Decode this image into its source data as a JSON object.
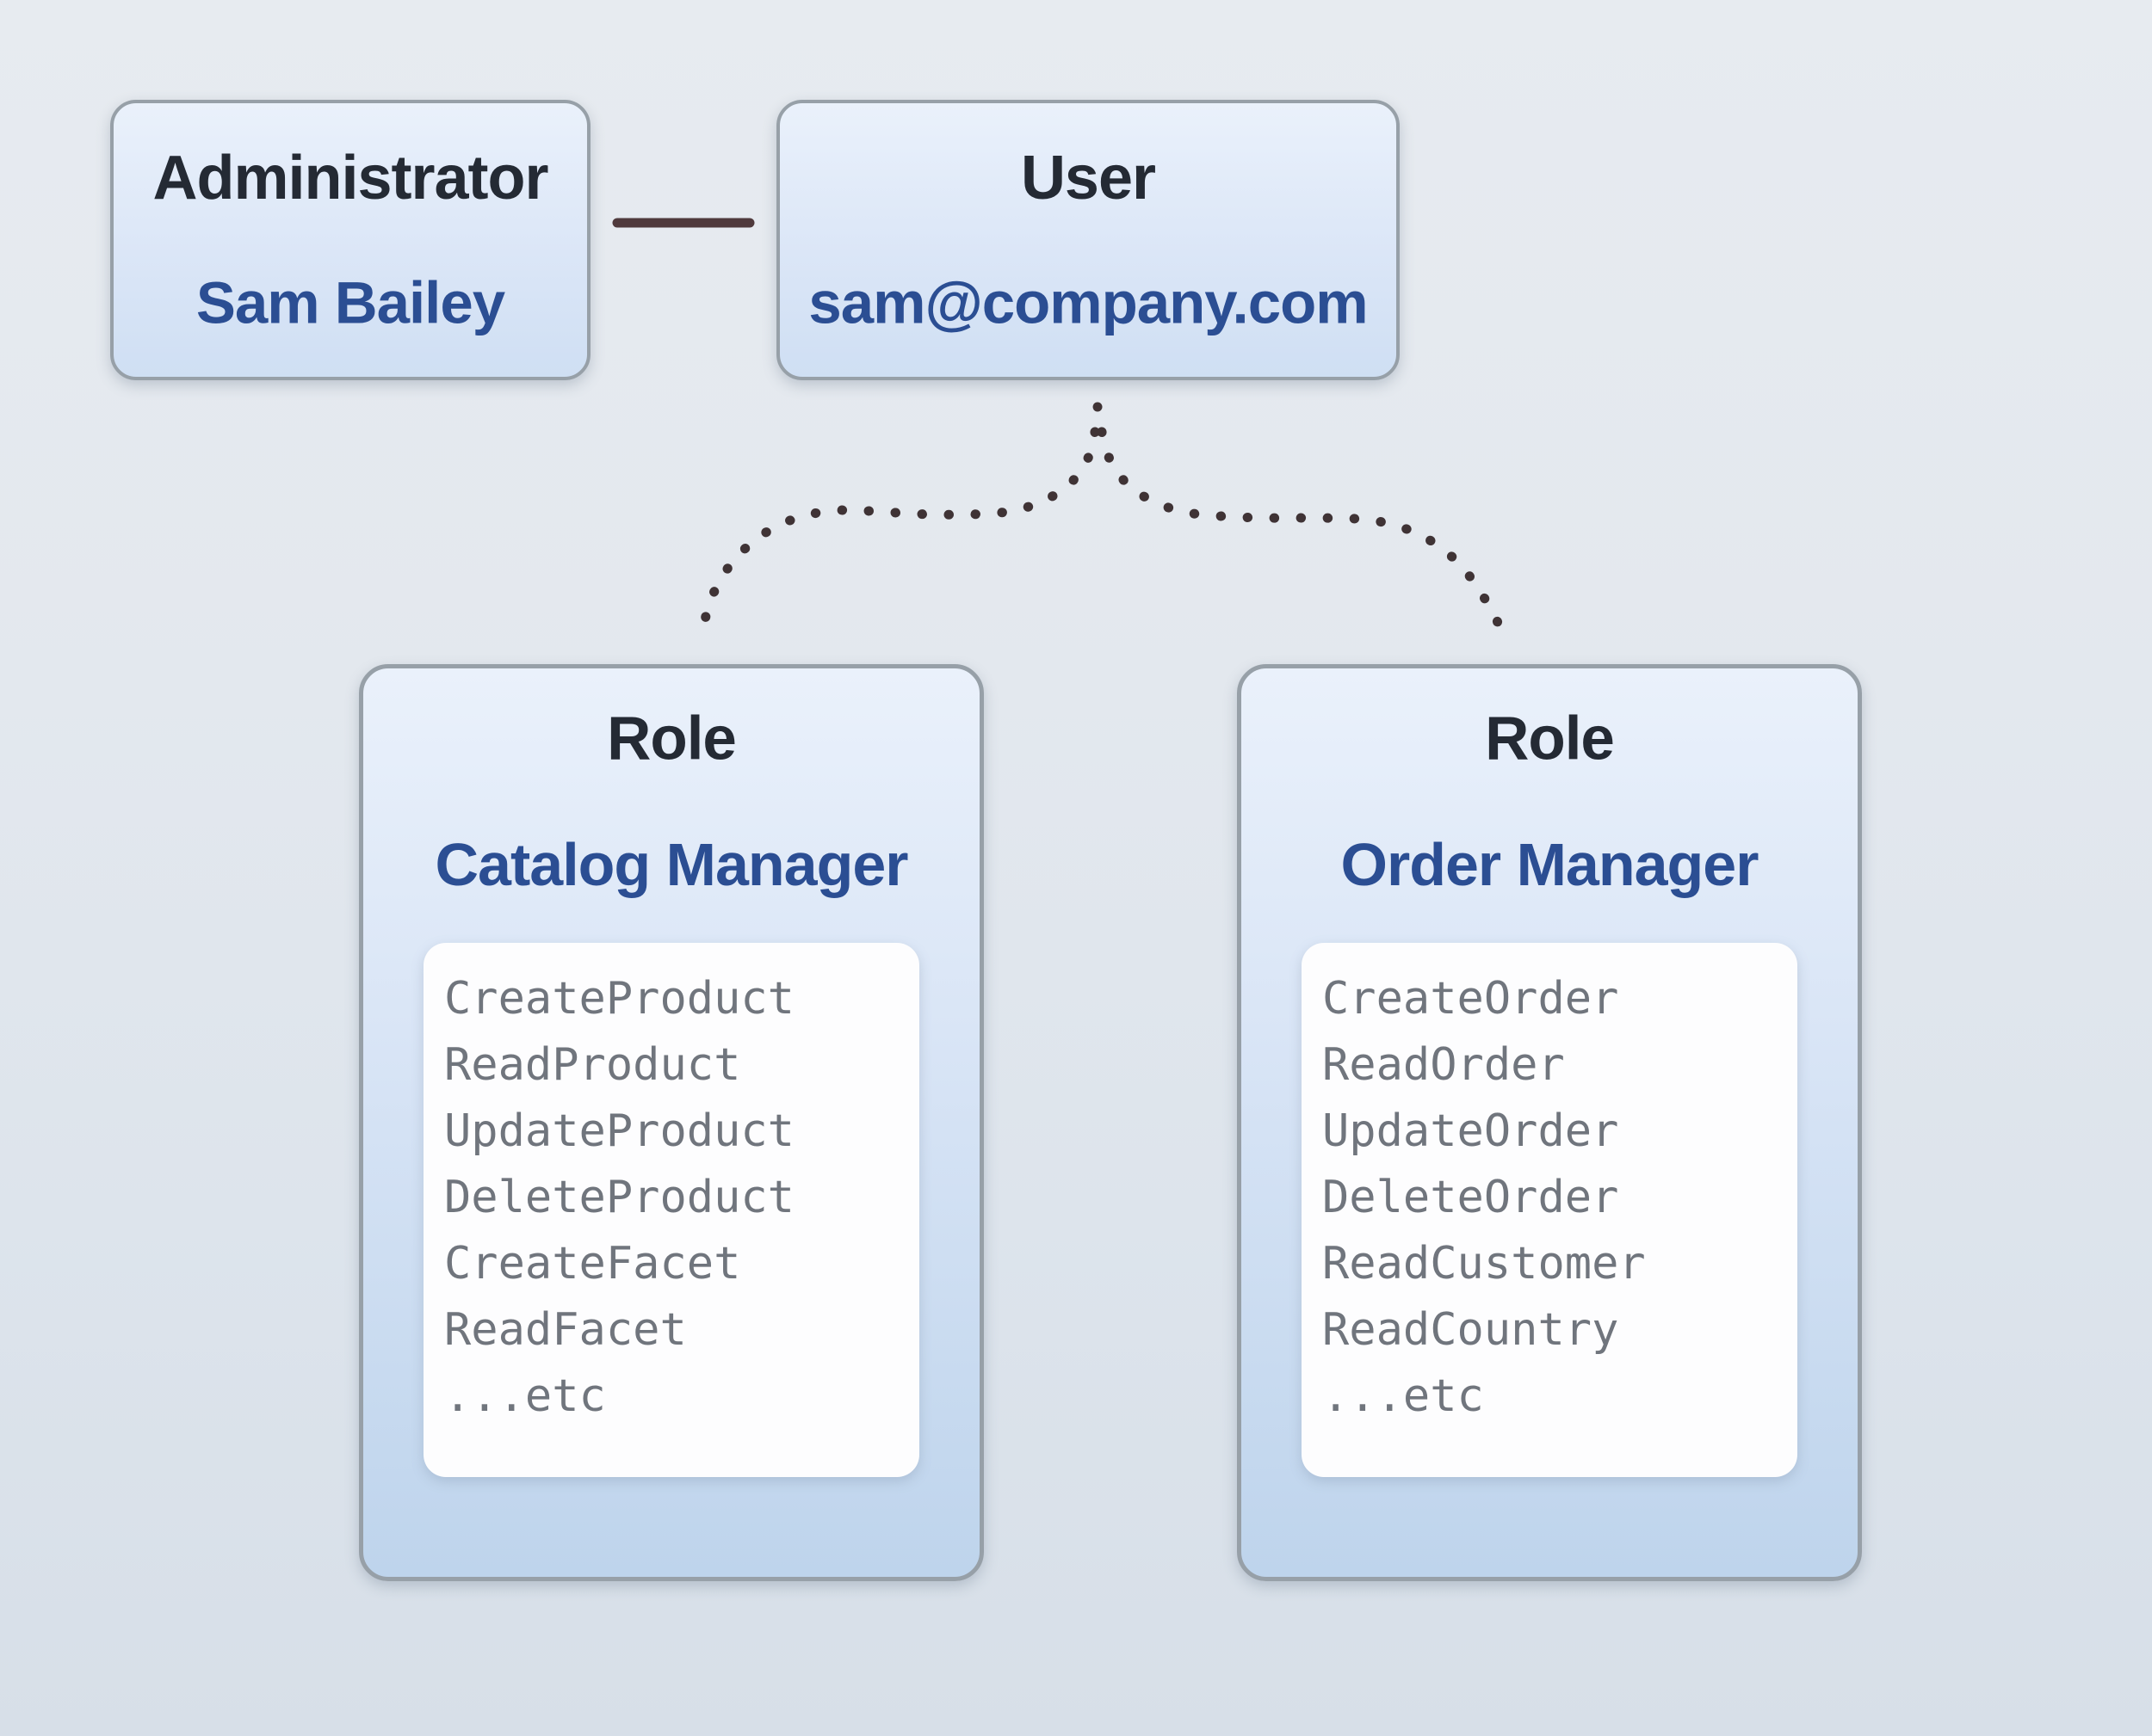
{
  "admin": {
    "title": "Administrator",
    "name": "Sam Bailey"
  },
  "user": {
    "title": "User",
    "email": "sam@company.com"
  },
  "roles": [
    {
      "label": "Role",
      "name": "Catalog Manager",
      "permissions": [
        "CreateProduct",
        "ReadProduct",
        "UpdateProduct",
        "DeleteProduct",
        "CreateFacet",
        "ReadFacet",
        "...etc"
      ]
    },
    {
      "label": "Role",
      "name": "Order Manager",
      "permissions": [
        "CreateOrder",
        "ReadOrder",
        "UpdateOrder",
        "DeleteOrder",
        "ReadCustomer",
        "ReadCountry",
        "...etc"
      ]
    }
  ],
  "colors": {
    "heading_text": "#242a34",
    "accent_blue_text": "#2b4e93",
    "permission_text": "#70757d",
    "box_border": "#97a0a8",
    "entity_gradient_top": "#eaf1fb",
    "entity_gradient_bottom": "#cfdff3",
    "role_gradient_bottom": "#bed4ec",
    "panel_background": "#fdfdfe",
    "connector_line": "#4f393c",
    "connector_dot": "#3f3335",
    "background_top": "#e7ebf0",
    "background_bottom": "#d7dfe8"
  }
}
